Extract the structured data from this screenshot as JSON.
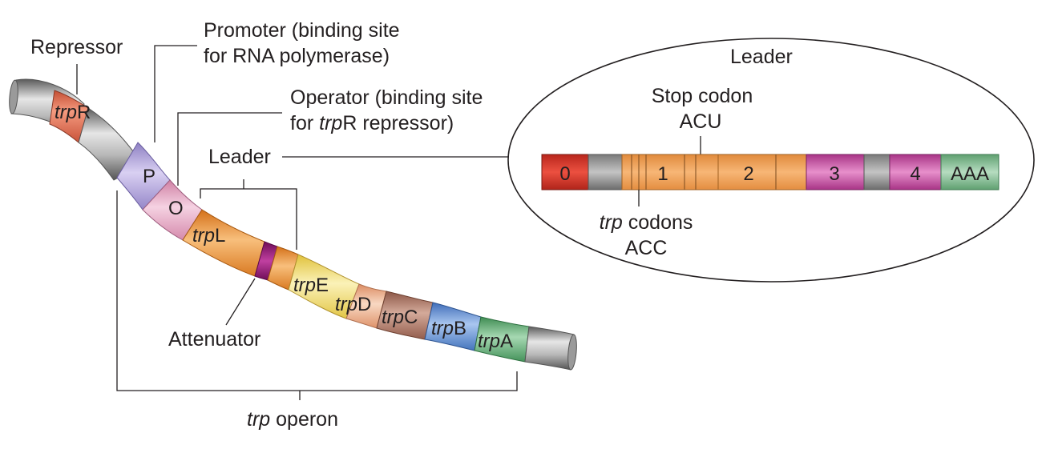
{
  "labels": {
    "repressor": "Repressor",
    "promoter_line1": "Promoter (binding site",
    "promoter_line2": "for RNA polymerase)",
    "operator_line1": "Operator (binding site",
    "operator_line2_prefix": "for ",
    "operator_line2_italic": "trp",
    "operator_line2_suffix": "R repressor)",
    "leader": "Leader",
    "attenuator": "Attenuator",
    "operon_italic": "trp",
    "operon_suffix": " operon"
  },
  "dna_segments": {
    "trpR": {
      "italic": "trp",
      "suffix": "R"
    },
    "p": "P",
    "o": "O",
    "trpL": {
      "italic": "trp",
      "suffix": "L"
    },
    "trpE": {
      "italic": "trp",
      "suffix": "E"
    },
    "trpD": {
      "italic": "trp",
      "suffix": "D"
    },
    "trpC": {
      "italic": "trp",
      "suffix": "C"
    },
    "trpB": {
      "italic": "trp",
      "suffix": "B"
    },
    "trpA": {
      "italic": "trp",
      "suffix": "A"
    }
  },
  "leader_inset": {
    "title": "Leader",
    "stop_codon": "Stop codon",
    "stop_codon_seq": "ACU",
    "trp_codons_italic": "trp",
    "trp_codons_suffix": " codons",
    "trp_codons_seq": "ACC",
    "regions": [
      "0",
      "1",
      "2",
      "3",
      "4",
      "AAA"
    ]
  },
  "colors": {
    "trpR": "#e8745a",
    "p": "#b4a6da",
    "o": "#e6a6c4",
    "trpL": "#ef9a44",
    "attenuator": "#9c1f7e",
    "trpE": "#f4e07c",
    "trpD": "#f2b690",
    "trpC": "#b57e6c",
    "trpB": "#6a96d6",
    "trpA": "#6cb07a",
    "gray": "#8d8d8d",
    "region0": "#d8382c",
    "region3": "#c2489c",
    "region4": "#c2489c",
    "regionAAA": "#7fba8e"
  }
}
